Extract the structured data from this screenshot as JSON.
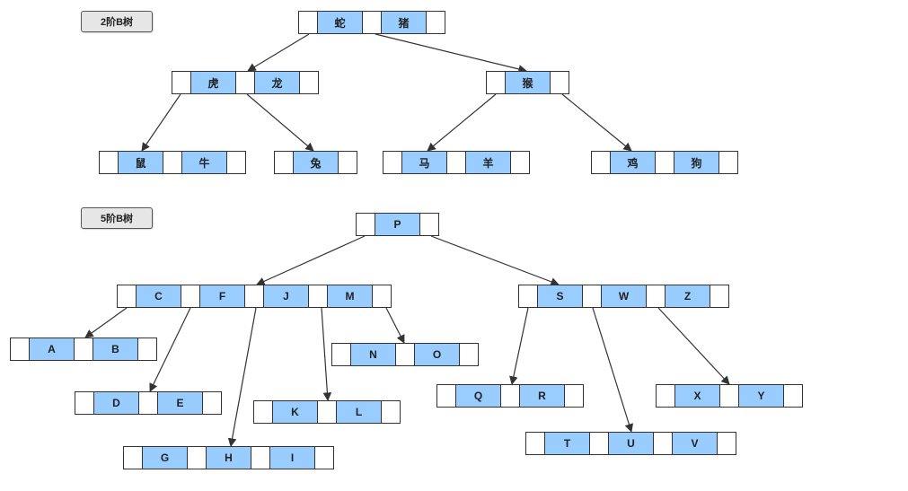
{
  "colors": {
    "key_fill": "#99ccff",
    "pointer_fill": "#ffffff",
    "edge": "#333333",
    "label_fill": "#e6e6e6"
  },
  "trees": [
    {
      "title": "2阶B树",
      "nodes": [
        {
          "id": "t1-root",
          "keys": [
            "蛇",
            "猪"
          ]
        },
        {
          "id": "t1-left",
          "keys": [
            "虎",
            "龙"
          ]
        },
        {
          "id": "t1-right",
          "keys": [
            "猴"
          ]
        },
        {
          "id": "t1-ll",
          "keys": [
            "鼠",
            "牛"
          ]
        },
        {
          "id": "t1-lr",
          "keys": [
            "兔"
          ]
        },
        {
          "id": "t1-rl",
          "keys": [
            "马",
            "羊"
          ]
        },
        {
          "id": "t1-rr",
          "keys": [
            "鸡",
            "狗"
          ]
        }
      ],
      "edges": [
        [
          "t1-root",
          "t1-left"
        ],
        [
          "t1-root",
          "t1-right"
        ],
        [
          "t1-left",
          "t1-ll"
        ],
        [
          "t1-left",
          "t1-lr"
        ],
        [
          "t1-right",
          "t1-rl"
        ],
        [
          "t1-right",
          "t1-rr"
        ]
      ]
    },
    {
      "title": "5阶B树",
      "nodes": [
        {
          "id": "t2-root",
          "keys": [
            "P"
          ]
        },
        {
          "id": "t2-left",
          "keys": [
            "C",
            "F",
            "J",
            "M"
          ]
        },
        {
          "id": "t2-right",
          "keys": [
            "S",
            "W",
            "Z"
          ]
        },
        {
          "id": "t2-ab",
          "keys": [
            "A",
            "B"
          ]
        },
        {
          "id": "t2-de",
          "keys": [
            "D",
            "E"
          ]
        },
        {
          "id": "t2-ghi",
          "keys": [
            "G",
            "H",
            "I"
          ]
        },
        {
          "id": "t2-kl",
          "keys": [
            "K",
            "L"
          ]
        },
        {
          "id": "t2-no",
          "keys": [
            "N",
            "O"
          ]
        },
        {
          "id": "t2-qr",
          "keys": [
            "Q",
            "R"
          ]
        },
        {
          "id": "t2-tuv",
          "keys": [
            "T",
            "U",
            "V"
          ]
        },
        {
          "id": "t2-xy",
          "keys": [
            "X",
            "Y"
          ]
        }
      ],
      "edges": [
        [
          "t2-root",
          "t2-left"
        ],
        [
          "t2-root",
          "t2-right"
        ],
        [
          "t2-left",
          "t2-ab"
        ],
        [
          "t2-left",
          "t2-de"
        ],
        [
          "t2-left",
          "t2-ghi"
        ],
        [
          "t2-left",
          "t2-kl"
        ],
        [
          "t2-left",
          "t2-no"
        ],
        [
          "t2-right",
          "t2-qr"
        ],
        [
          "t2-right",
          "t2-tuv"
        ],
        [
          "t2-right",
          "t2-xy"
        ]
      ]
    }
  ]
}
